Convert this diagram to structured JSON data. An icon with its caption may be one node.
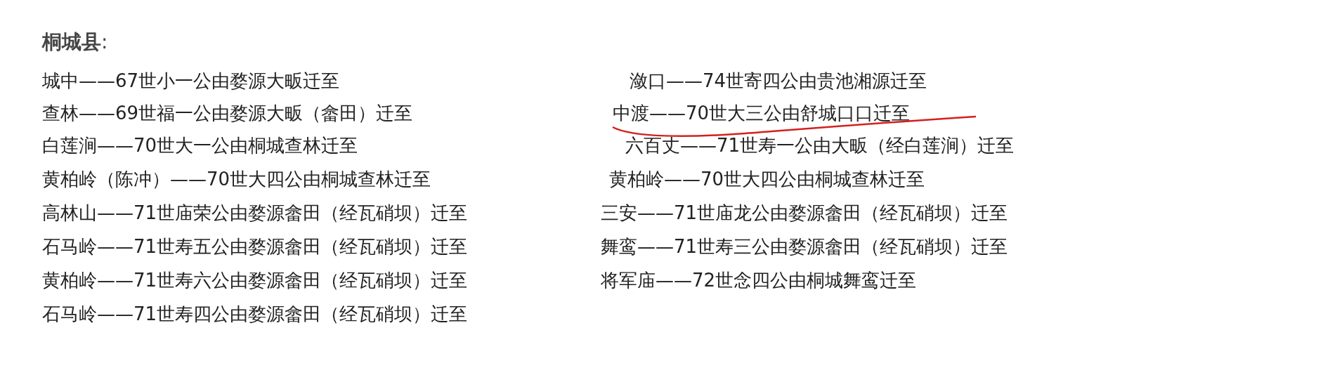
{
  "diagram": {
    "title": "**桐城县**:",
    "labels": [
      "城中——67世小一公由婺源大畈迁至",
      "查林——69世福一公由婺源大畈（畲田）迁至",
      "白莲涧——70世大一公由桐城查林迁至",
      "黄柏岭（陈冲）——70世大四公由桐城查林迁至",
      "高林山——71世庙荣公由婺源畲田（经瓦硝坝）迁至",
      "石马岭——71世寿五公由婺源畲田（经瓦硝坝）迁至",
      "黄柏岭——71世寿六公由婺源畲田（经瓦硝坝）迁至",
      "石马岭——71世寿四公由婺源畲田（经瓦硝坝）迁至",
      "潋口——74世寄四公由贵池湘源迁至",
      "中渡——70世大三公由舒城口口迁至",
      "六百丈——71世寿一公由大畈（经白莲涧）迁至",
      "黄柏岭——70世大四公由桐城查林迁至",
      "三安——71世庙龙公由婺源畲田（经瓦硝坝）迁至",
      "舞鸾——71世寿三公由婺源畲田（经瓦硝坝）迁至",
      "将军庙——72世念四公由桐城舞鸾迁至"
    ]
  }
}
